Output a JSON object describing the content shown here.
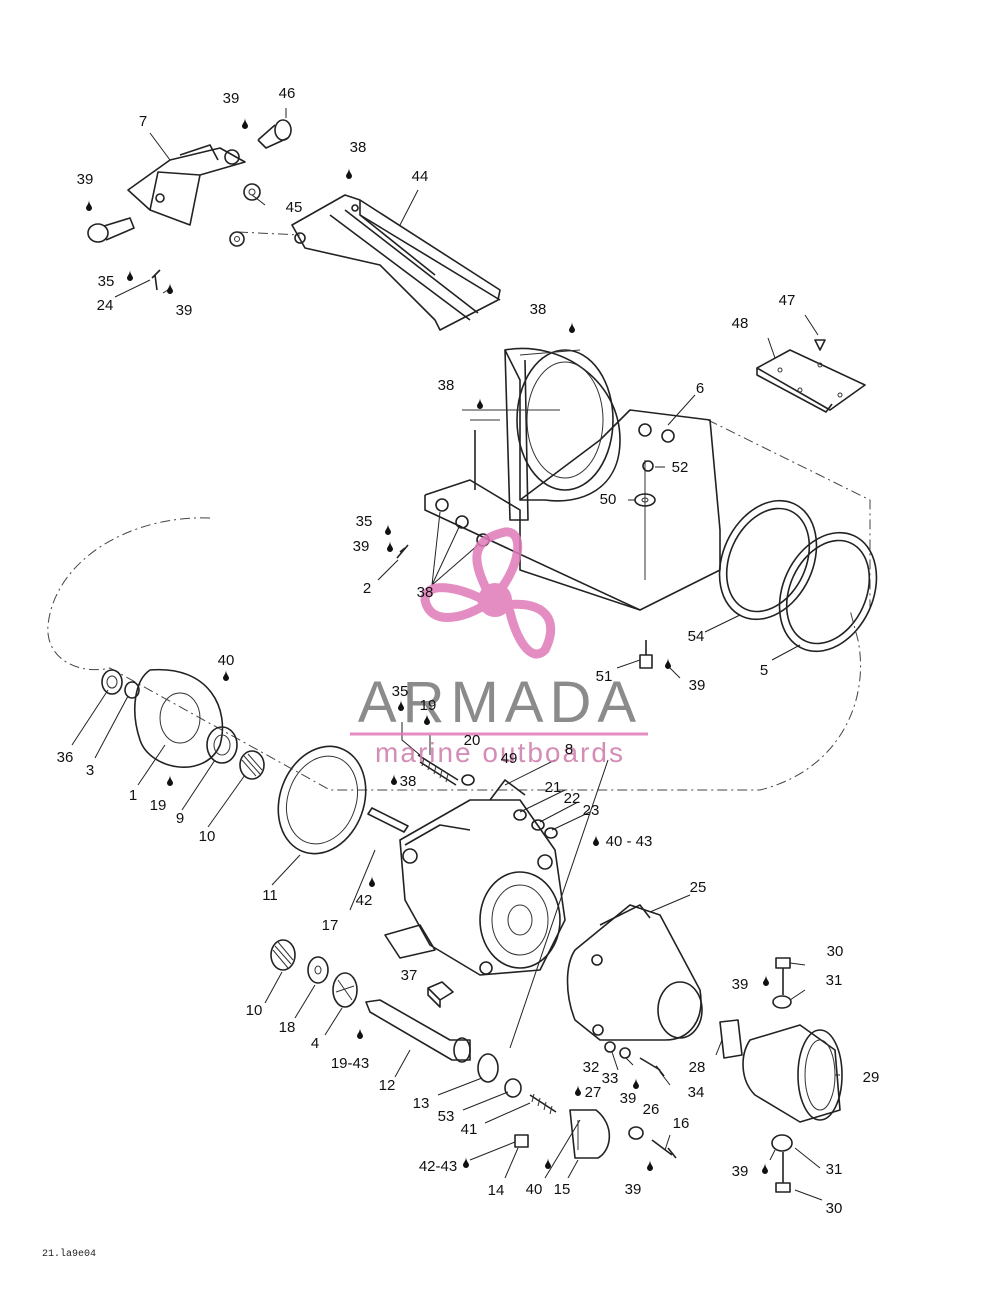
{
  "watermark": {
    "brand": "ARMADA",
    "tagline": "marine outboards",
    "accent_color": "#e07ab8",
    "text_color": "#777777"
  },
  "reference_code": "21.la9e04",
  "callouts": [
    {
      "id": "c39a",
      "label": "39"
    },
    {
      "id": "c46",
      "label": "46"
    },
    {
      "id": "c7",
      "label": "7"
    },
    {
      "id": "c38a",
      "label": "38"
    },
    {
      "id": "c39b",
      "label": "39"
    },
    {
      "id": "c44",
      "label": "44"
    },
    {
      "id": "c45",
      "label": "45"
    },
    {
      "id": "c35a",
      "label": "35"
    },
    {
      "id": "c24",
      "label": "24"
    },
    {
      "id": "c39c",
      "label": "39"
    },
    {
      "id": "c38b",
      "label": "38"
    },
    {
      "id": "c47",
      "label": "47"
    },
    {
      "id": "c48",
      "label": "48"
    },
    {
      "id": "c38c",
      "label": "38"
    },
    {
      "id": "c6",
      "label": "6"
    },
    {
      "id": "c52",
      "label": "52"
    },
    {
      "id": "c50",
      "label": "50"
    },
    {
      "id": "c35b",
      "label": "35"
    },
    {
      "id": "c39d",
      "label": "39"
    },
    {
      "id": "c2",
      "label": "2"
    },
    {
      "id": "c38d",
      "label": "38"
    },
    {
      "id": "c54",
      "label": "54"
    },
    {
      "id": "c5",
      "label": "5"
    },
    {
      "id": "c51",
      "label": "51"
    },
    {
      "id": "c39e",
      "label": "39"
    },
    {
      "id": "c40a",
      "label": "40"
    },
    {
      "id": "c36",
      "label": "36"
    },
    {
      "id": "c3",
      "label": "3"
    },
    {
      "id": "c1",
      "label": "1"
    },
    {
      "id": "c19a",
      "label": "19"
    },
    {
      "id": "c9",
      "label": "9"
    },
    {
      "id": "c10a",
      "label": "10"
    },
    {
      "id": "c35c",
      "label": "35"
    },
    {
      "id": "c19b",
      "label": "19"
    },
    {
      "id": "c20",
      "label": "20"
    },
    {
      "id": "c8",
      "label": "8"
    },
    {
      "id": "c49",
      "label": "49"
    },
    {
      "id": "c38e",
      "label": "38"
    },
    {
      "id": "c21",
      "label": "21"
    },
    {
      "id": "c22",
      "label": "22"
    },
    {
      "id": "c23",
      "label": "23"
    },
    {
      "id": "c4043",
      "label": "40 - 43"
    },
    {
      "id": "c11",
      "label": "11"
    },
    {
      "id": "c17",
      "label": "17"
    },
    {
      "id": "c42a",
      "label": "42"
    },
    {
      "id": "c25",
      "label": "25"
    },
    {
      "id": "c37",
      "label": "37"
    },
    {
      "id": "c30a",
      "label": "30"
    },
    {
      "id": "c39f",
      "label": "39"
    },
    {
      "id": "c31a",
      "label": "31"
    },
    {
      "id": "c10b",
      "label": "10"
    },
    {
      "id": "c18",
      "label": "18"
    },
    {
      "id": "c4",
      "label": "4"
    },
    {
      "id": "c1943",
      "label": "19-43"
    },
    {
      "id": "c28",
      "label": "28"
    },
    {
      "id": "c29",
      "label": "29"
    },
    {
      "id": "c32",
      "label": "32"
    },
    {
      "id": "c33",
      "label": "33"
    },
    {
      "id": "c34",
      "label": "34"
    },
    {
      "id": "c12",
      "label": "12"
    },
    {
      "id": "c39g",
      "label": "39"
    },
    {
      "id": "c27",
      "label": "27"
    },
    {
      "id": "c13",
      "label": "13"
    },
    {
      "id": "c53",
      "label": "53"
    },
    {
      "id": "c26",
      "label": "26"
    },
    {
      "id": "c16",
      "label": "16"
    },
    {
      "id": "c41",
      "label": "41"
    },
    {
      "id": "c4243",
      "label": "42-43"
    },
    {
      "id": "c14",
      "label": "14"
    },
    {
      "id": "c40b",
      "label": "40"
    },
    {
      "id": "c15",
      "label": "15"
    },
    {
      "id": "c39h",
      "label": "39"
    },
    {
      "id": "c39i",
      "label": "39"
    },
    {
      "id": "c31b",
      "label": "31"
    },
    {
      "id": "c30b",
      "label": "30"
    }
  ]
}
